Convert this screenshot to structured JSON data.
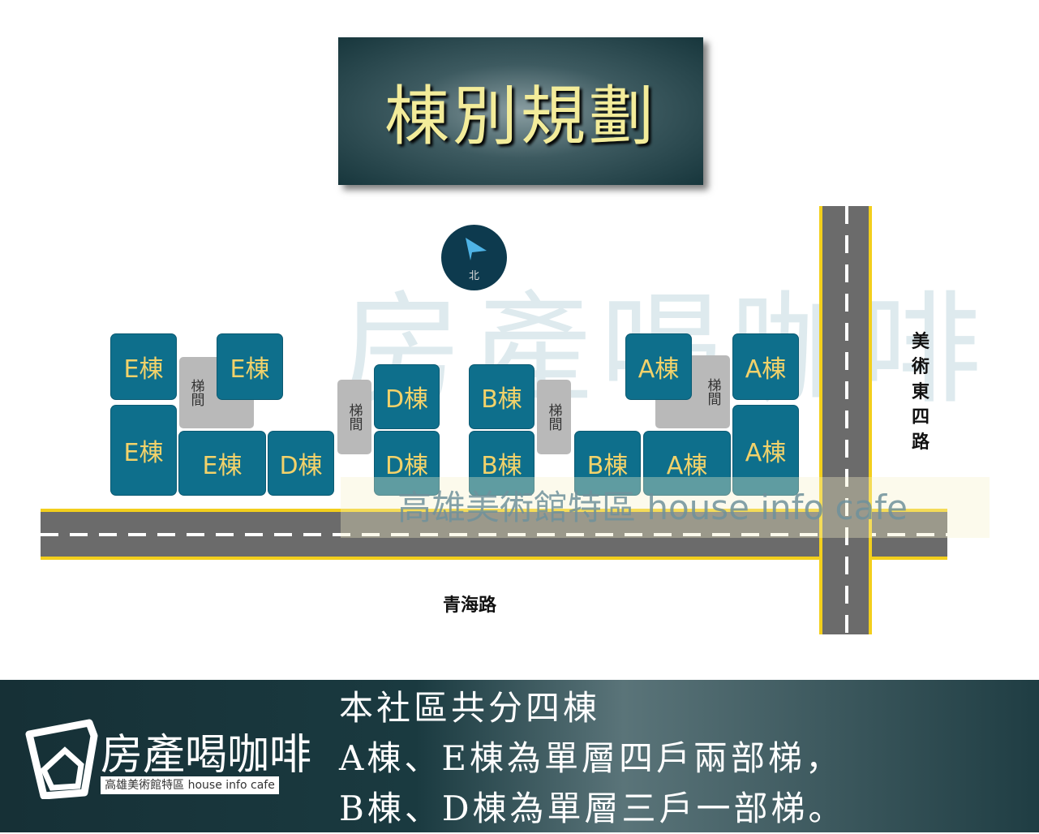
{
  "title": "棟別規劃",
  "watermark": {
    "brand": "房產喝咖啡",
    "sub": "高雄美術館特區  house info cafe"
  },
  "compass": {
    "label": "北",
    "icon": "paper-plane-icon"
  },
  "buildings": {
    "E": "E棟",
    "D": "D棟",
    "B": "B棟",
    "A": "A棟",
    "stair": "梯間"
  },
  "roads": {
    "horizontal": "青海路",
    "vertical": "美術東四路"
  },
  "footer": {
    "logo": "房產喝咖啡",
    "logo_sub": "高雄美術館特區  house info cafe",
    "lines": [
      "本社區共分四棟",
      "A棟、E棟為單層四戶兩部梯，",
      "B棟、D棟為單層三戶一部梯。"
    ]
  },
  "colors": {
    "building": "#0e6f8c",
    "building_text": "#f2d26a",
    "road_edge": "#f3cf1c"
  }
}
